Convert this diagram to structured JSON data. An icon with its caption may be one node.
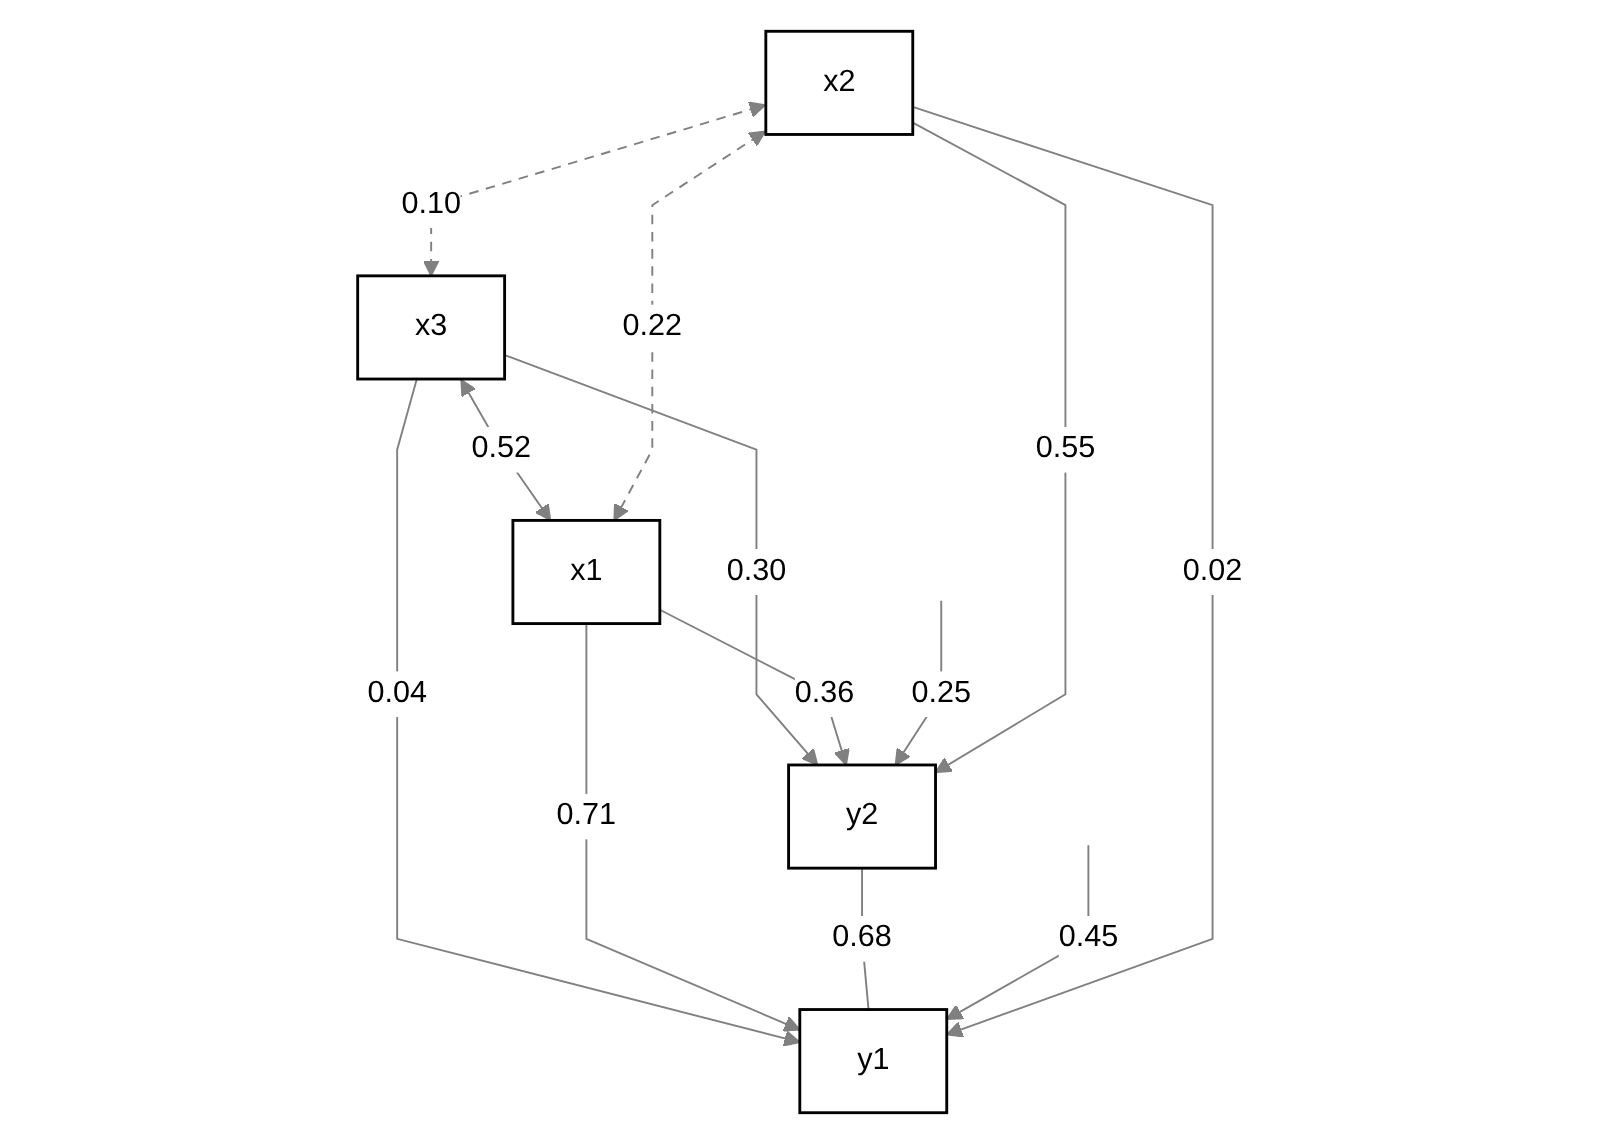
{
  "diagram": {
    "nodes": [
      {
        "text": [
          "x3"
        ]
      },
      {
        "text": [
          "x1"
        ]
      },
      {
        "text": [
          "y2"
        ]
      },
      {
        "text": [
          "y1"
        ]
      },
      {
        "text": [
          "x2"
        ]
      }
    ],
    "edges": [
      {
        "from": 0,
        "to": 1,
        "label": "0.52",
        "arrow": "both"
      },
      {
        "from": 0,
        "to": 2,
        "label": "0.30",
        "arrow": "to"
      },
      {
        "from": 1,
        "to": 2,
        "label": "0.36",
        "arrow": "to"
      },
      {
        "from": 0,
        "to": 3,
        "label": "0.04",
        "arrow": "to"
      },
      {
        "from": 1,
        "to": 3,
        "label": "0.71",
        "arrow": "to"
      },
      {
        "from": null,
        "to": 2,
        "label": "0.25",
        "arrow": "to"
      },
      {
        "from": 2,
        "to": 3,
        "label": "0.68",
        "arrow": "none"
      },
      {
        "from": null,
        "to": 3,
        "label": "0.45",
        "arrow": "to"
      },
      {
        "from": 4,
        "to": 0,
        "label": "0.10",
        "arrow": "both",
        "style": "dashed"
      },
      {
        "from": 4,
        "to": 1,
        "label": "0.22",
        "arrow": "both",
        "style": "dashed"
      },
      {
        "from": 4,
        "to": 2,
        "label": "0.55",
        "arrow": "to"
      },
      {
        "from": 4,
        "to": 3,
        "label": "0.02",
        "arrow": "to"
      }
    ]
  }
}
